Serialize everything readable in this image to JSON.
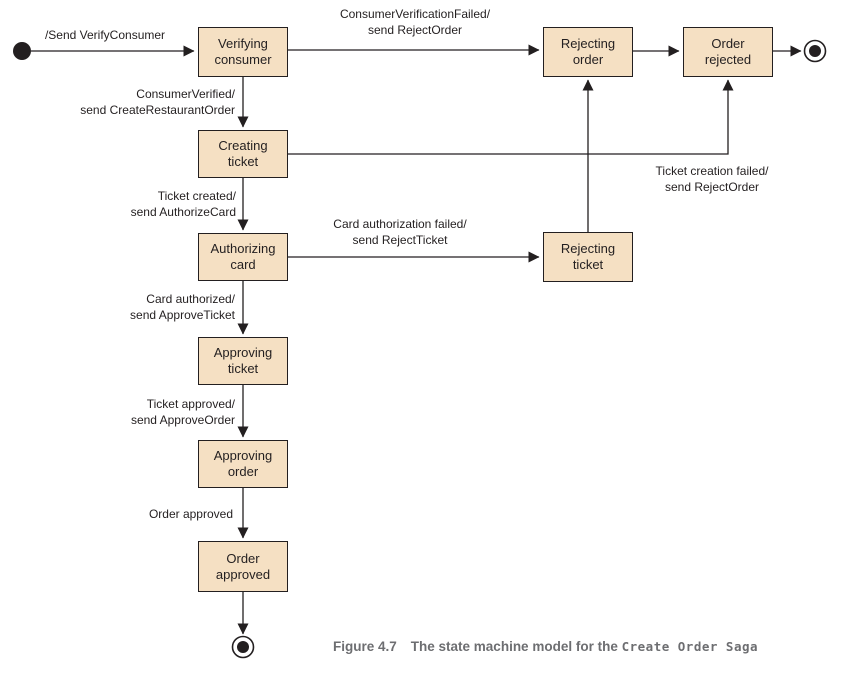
{
  "figure_caption": {
    "label": "Figure 4.7",
    "text": "The state machine model for the",
    "code": "Create Order Saga"
  },
  "colors": {
    "state_fill": "#f5e0c3",
    "state_border": "#231f20",
    "line": "#231f20",
    "caption_text": "#6d6e71"
  },
  "diagram_type": "uml-state-machine",
  "states": [
    {
      "id": "verifying-consumer",
      "label": "Verifying\nconsumer"
    },
    {
      "id": "creating-ticket",
      "label": "Creating\nticket"
    },
    {
      "id": "authorizing-card",
      "label": "Authorizing\ncard"
    },
    {
      "id": "approving-ticket",
      "label": "Approving\nticket"
    },
    {
      "id": "approving-order",
      "label": "Approving\norder"
    },
    {
      "id": "order-approved",
      "label": "Order\napproved"
    },
    {
      "id": "rejecting-order",
      "label": "Rejecting\norder"
    },
    {
      "id": "order-rejected",
      "label": "Order\nrejected"
    },
    {
      "id": "rejecting-ticket",
      "label": "Rejecting\nticket"
    }
  ],
  "transitions": [
    {
      "from": "initial",
      "to": "verifying-consumer",
      "label": "/Send VerifyConsumer"
    },
    {
      "from": "verifying-consumer",
      "to": "rejecting-order",
      "label": "ConsumerVerificationFailed/\nsend RejectOrder"
    },
    {
      "from": "verifying-consumer",
      "to": "creating-ticket",
      "label": "ConsumerVerified/\nsend CreateRestaurantOrder"
    },
    {
      "from": "creating-ticket",
      "to": "authorizing-card",
      "label": "Ticket created/\nsend AuthorizeCard"
    },
    {
      "from": "creating-ticket",
      "to": "order-rejected",
      "label": "Ticket creation failed/\nsend RejectOrder"
    },
    {
      "from": "authorizing-card",
      "to": "rejecting-ticket",
      "label": "Card authorization failed/\nsend RejectTicket"
    },
    {
      "from": "authorizing-card",
      "to": "approving-ticket",
      "label": "Card authorized/\nsend ApproveTicket"
    },
    {
      "from": "approving-ticket",
      "to": "approving-order",
      "label": "Ticket approved/\nsend ApproveOrder"
    },
    {
      "from": "approving-order",
      "to": "order-approved",
      "label": "Order approved"
    },
    {
      "from": "rejecting-ticket",
      "to": "rejecting-order",
      "label": ""
    },
    {
      "from": "rejecting-order",
      "to": "order-rejected",
      "label": ""
    },
    {
      "from": "order-rejected",
      "to": "final",
      "label": ""
    },
    {
      "from": "order-approved",
      "to": "final",
      "label": ""
    }
  ]
}
